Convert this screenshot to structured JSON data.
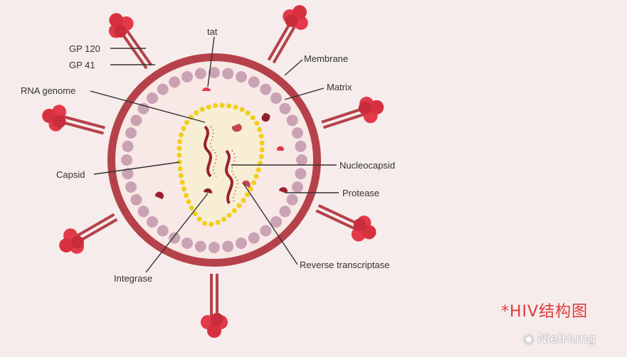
{
  "labels": {
    "gp120": "GP 120",
    "gp41": "GP 41",
    "tat": "tat",
    "membrane": "Membrane",
    "matrix": "Matrix",
    "rna_genome": "RNA genome",
    "capsid": "Capsid",
    "nucleocapsid": "Nucleocapsid",
    "protease": "Protease",
    "integrase": "Integrase",
    "reverse_transcriptase": "Reverse transcriptase"
  },
  "caption": "*HIV结构图",
  "watermark": {
    "icon": "weibo-logo-icon",
    "text": "NielHung"
  },
  "colors": {
    "background": "#f6ecec",
    "membrane": "#b5424a",
    "interior": "#f8e8e6",
    "matrix_bead": "#c9a3b4",
    "capsid_dots": "#f1cf1d",
    "capsid_fill": "#f7eed5",
    "spike_head": "#e23a4a",
    "rna": "#9b2030",
    "caption": "#e03a3a"
  }
}
